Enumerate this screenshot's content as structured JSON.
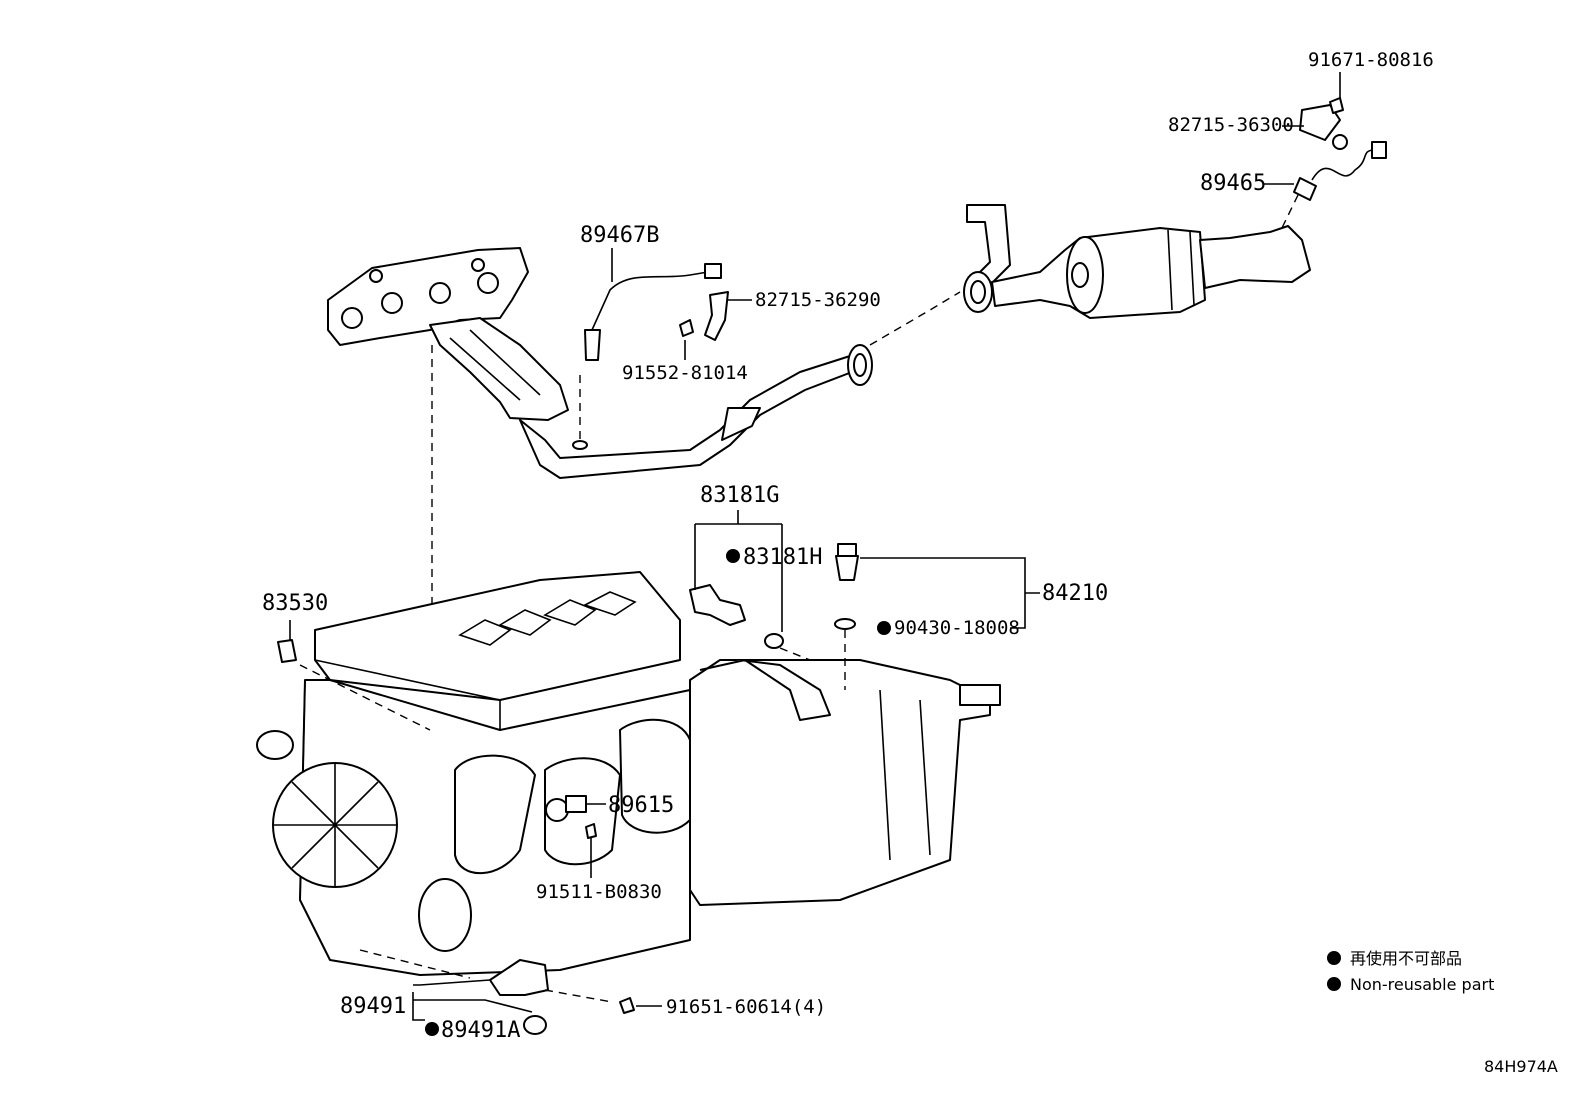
{
  "labels": {
    "p91671": "91671-80816",
    "p82715_36300": "82715-36300",
    "p89465": "89465",
    "p89467B": "89467B",
    "p82715_36290": "82715-36290",
    "p91552": "91552-81014",
    "p83181G": "83181G",
    "p83181H": "83181H",
    "p84210": "84210",
    "p90430": "90430-18008",
    "p83530": "83530",
    "p89615": "89615",
    "p91511": "91511-B0830",
    "p89491": "89491",
    "p89491A": "89491A",
    "p91651": "91651-60614(4)"
  },
  "legend": {
    "line1": "再使用不可部品",
    "line2": "Non-reusable part"
  },
  "diagram_code": "84H974A"
}
